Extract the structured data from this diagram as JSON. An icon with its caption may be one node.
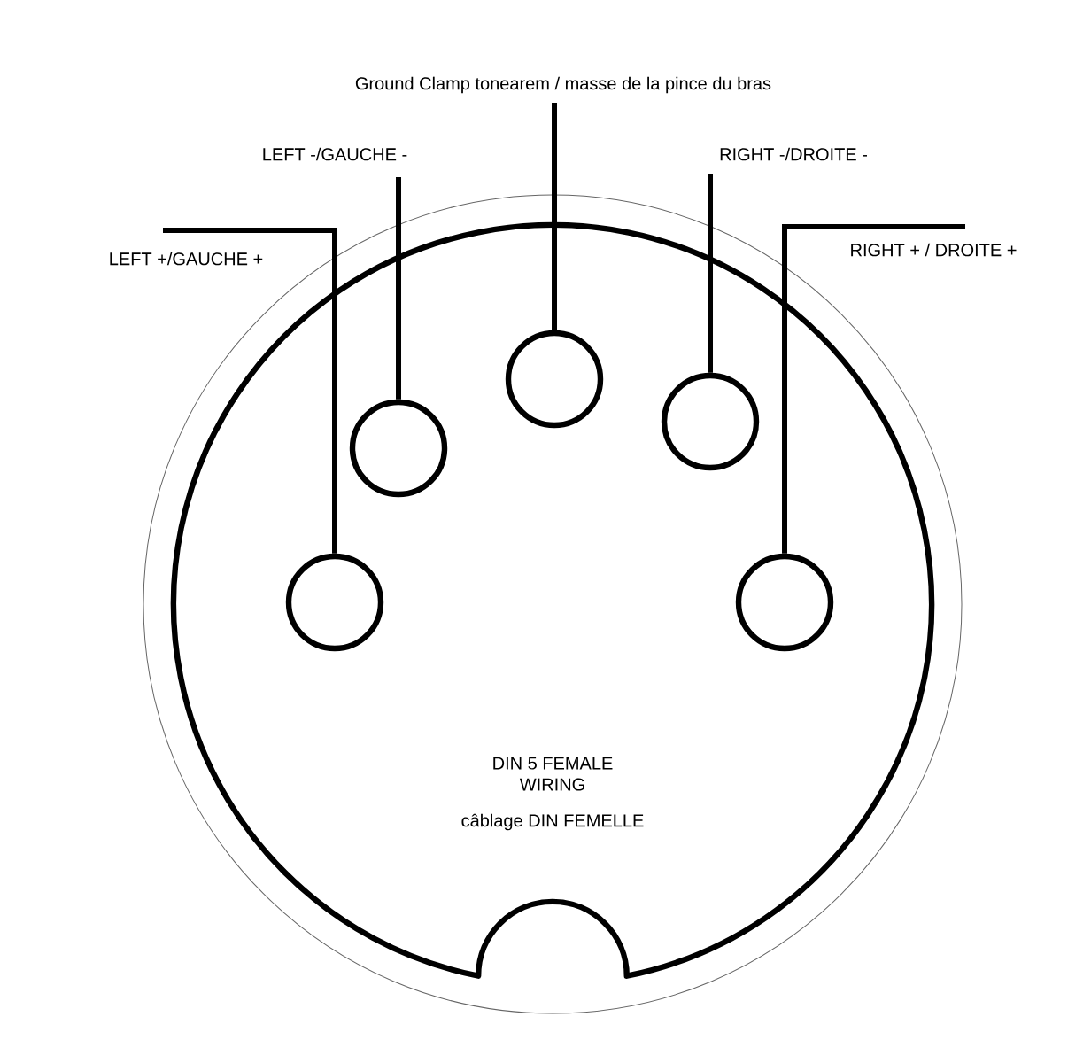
{
  "diagram": {
    "nodes": [
      {
        "text": [
          "Ground Clamp tonearem / masse de la pince du bras"
        ]
      },
      {
        "text": [
          "LEFT -/GAUCHE -"
        ]
      },
      {
        "text": [
          "RIGHT -/DROITE -"
        ]
      },
      {
        "text": [
          "LEFT +/GAUCHE +"
        ]
      },
      {
        "text": [
          "RIGHT + / DROITE +"
        ]
      },
      {
        "text": [
          "DIN 5 FEMALE WIRING",
          "câblage DIN FEMELLE"
        ]
      },
      {
        "text": [],
        "shape": "circle",
        "in": 5
      },
      {
        "text": [],
        "shape": "circle",
        "in": 5
      },
      {
        "text": [],
        "shape": "circle",
        "in": 5
      },
      {
        "text": [],
        "shape": "circle",
        "in": 5
      },
      {
        "text": [],
        "shape": "circle",
        "in": 5
      }
    ],
    "edges": [
      {
        "from": 0,
        "to": 8,
        "arrow": "none"
      },
      {
        "from": 1,
        "to": 7,
        "arrow": "none"
      },
      {
        "from": 2,
        "to": 9,
        "arrow": "none"
      },
      {
        "from": 3,
        "to": 6,
        "arrow": "none"
      },
      {
        "from": 4,
        "to": 10,
        "arrow": "none"
      }
    ]
  }
}
